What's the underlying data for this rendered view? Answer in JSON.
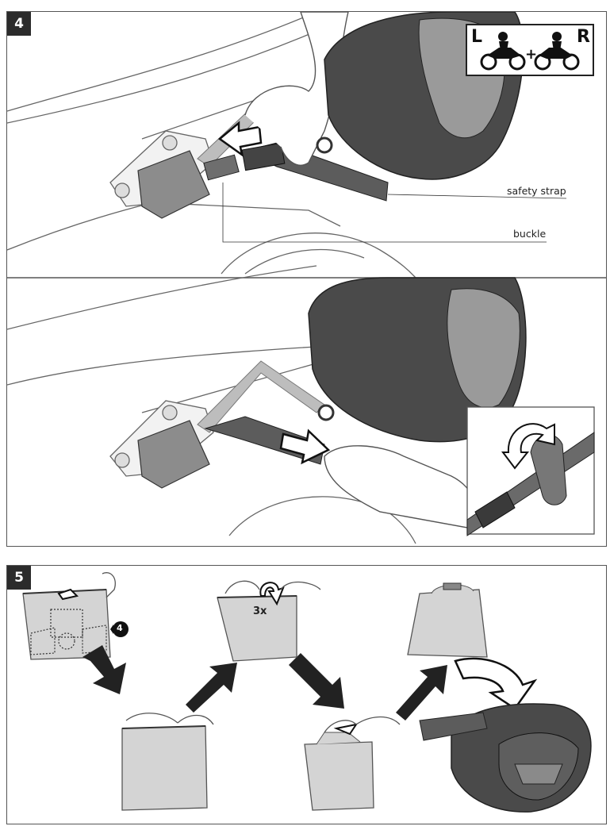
{
  "step4": {
    "number": "4",
    "labels": {
      "safety_strap": "safety strap",
      "buckle": "buckle"
    },
    "side_badge": {
      "left": "L",
      "plus": "+",
      "right": "R"
    }
  },
  "step5": {
    "number": "5",
    "fold_count": "3x",
    "ref_step": "4"
  },
  "colors": {
    "badge": "#2b2b2b",
    "bag": "#4a4a4a",
    "bag_light": "#9a9a9a",
    "inner_bag": "#d4d4d4",
    "arrow": "#222222"
  }
}
